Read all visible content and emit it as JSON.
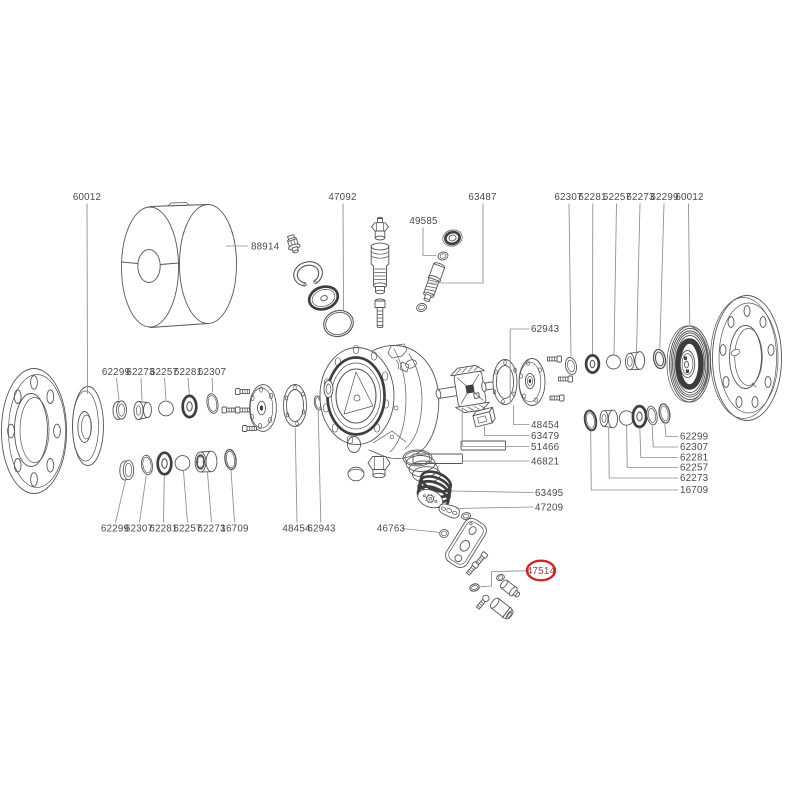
{
  "figure": {
    "type": "exploded-parts-diagram",
    "background": "#ffffff",
    "stroke_color": "#565656",
    "leader_color": "#8c8c8c",
    "label_color": "#4a4a4a",
    "highlight": {
      "part_number": "47514",
      "color": "#c9252b"
    },
    "labels": {
      "tl_60012": "60012",
      "drum_88914": "88914",
      "mid_47092": "47092",
      "mid_49585": "49585",
      "mid_63487": "63487",
      "tr_62307": "62307",
      "tr_62281": "62281",
      "tr_62257": "62257",
      "tr_62273": "62273",
      "tr_62299": "62299",
      "tr_60012": "60012",
      "ml_62299": "62299",
      "ml_62273": "62273",
      "ml_62257": "62257",
      "ml_62281": "62281",
      "ml_62307": "62307",
      "bl_62299": "62299",
      "bl_62307": "62307",
      "bl_62281": "62281",
      "bl_62257": "62257",
      "bl_62273": "62273",
      "bl_16709": "16709",
      "bm_48454": "48454",
      "bm_62943": "62943",
      "bm_46763": "46763",
      "r_62299": "62299",
      "r_62307": "62307",
      "r_62281": "62281",
      "r_62257": "62257",
      "r_62273": "62273",
      "r_16709": "16709",
      "rm_62943": "62943",
      "rm_48454": "48454",
      "rm_63479": "63479",
      "rm_51466": "51466",
      "rm_46821": "46821",
      "rm_63495": "63495",
      "rm_47209": "47209",
      "hl_47514": "47514"
    }
  }
}
